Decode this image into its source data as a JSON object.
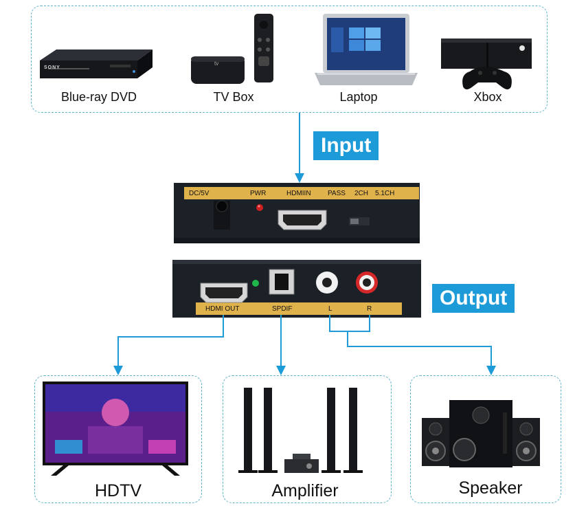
{
  "sources": {
    "bluray": "Blue-ray DVD",
    "tvbox": "TV Box",
    "laptop": "Laptop",
    "xbox": "Xbox",
    "bluray_brand": "SONY",
    "tvbox_brand": "tv"
  },
  "tags": {
    "input": "Input",
    "output": "Output"
  },
  "input_panel": {
    "dc": "DC/5V",
    "pwr": "PWR",
    "hdmi_in": "HDMIIN",
    "pass": "PASS",
    "ch2": "2CH",
    "ch51": "5.1CH"
  },
  "output_panel": {
    "hdmi_out": "HDMI OUT",
    "spdif": "SPDIF",
    "left": "L",
    "right": "R"
  },
  "destinations": {
    "hdtv": "HDTV",
    "amplifier": "Amplifier",
    "speaker": "Speaker"
  },
  "colors": {
    "accent": "#1d9ad8",
    "dashed_border": "#5fb3c8",
    "panel_gold": "#e0b24c",
    "device_body": "#1c2128"
  }
}
